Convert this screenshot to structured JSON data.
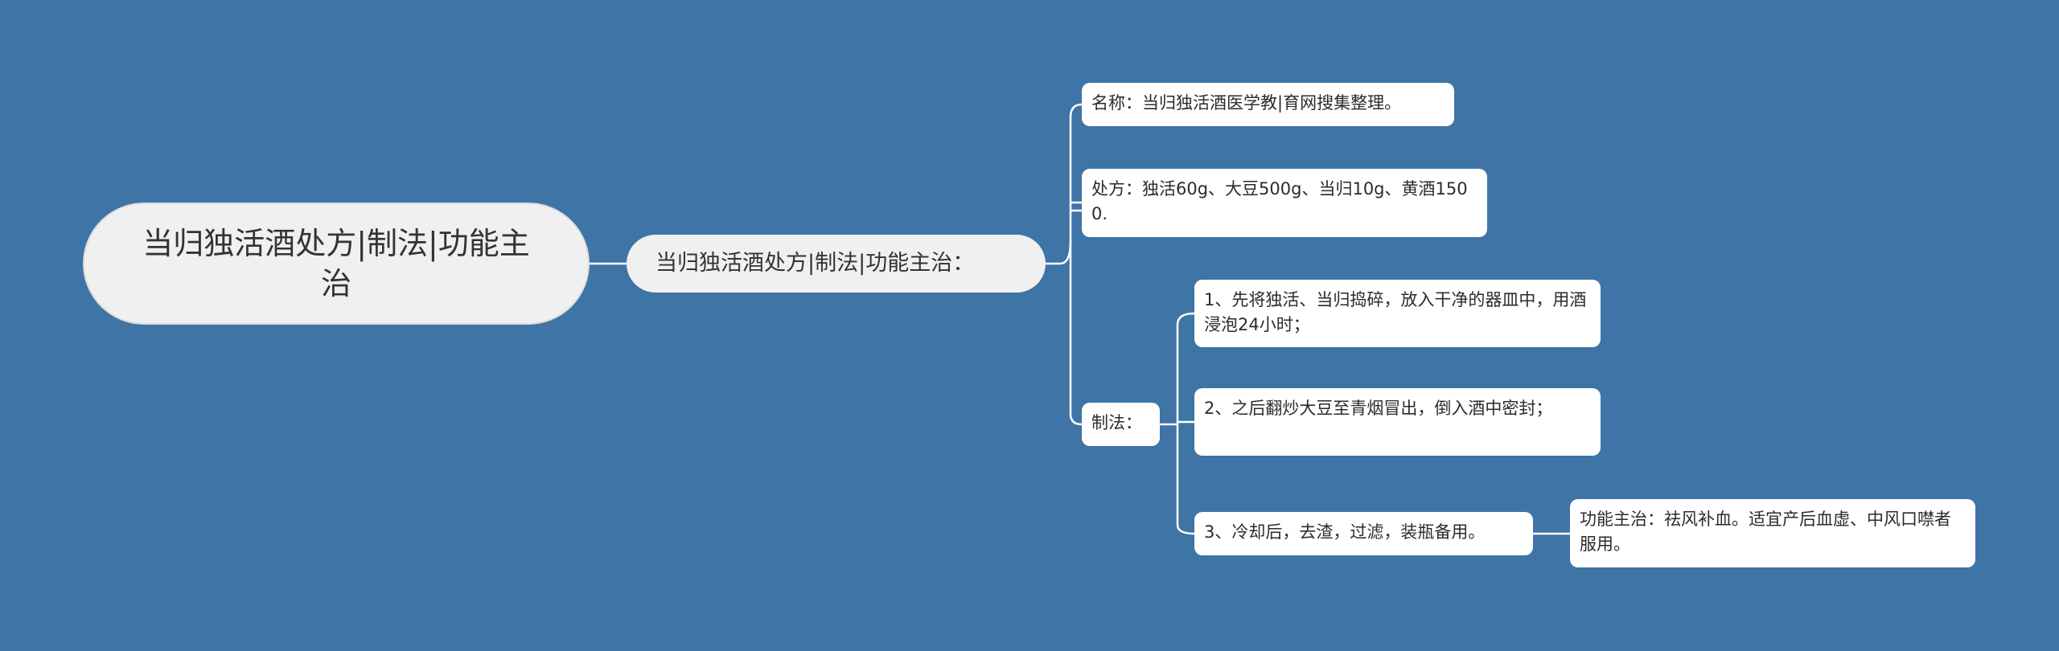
{
  "mindmap": {
    "root": "当归独活酒处方|制法|功能主治",
    "branch": "当归独活酒处方|制法|功能主治：",
    "items": {
      "name": "名称：当归独活酒医学教|育网搜集整理。",
      "recipe": "处方：独活60g、大豆500g、当归10g、黄酒1500.",
      "method": "制法：",
      "steps": [
        "1、先将独活、当归捣碎，放入干净的器皿中，用酒浸泡24小时；",
        "2、之后翻炒大豆至青烟冒出，倒入酒中密封；",
        "3、冷却后，去渣，过滤，装瓶备用。"
      ],
      "function": "功能主治：祛风补血。适宜产后血虚、中风口噤者服用。"
    }
  },
  "colors": {
    "background": "#3e74a6",
    "connector": "#ffffff",
    "node": "#ffffff",
    "root_node": "#f0f0f0"
  }
}
